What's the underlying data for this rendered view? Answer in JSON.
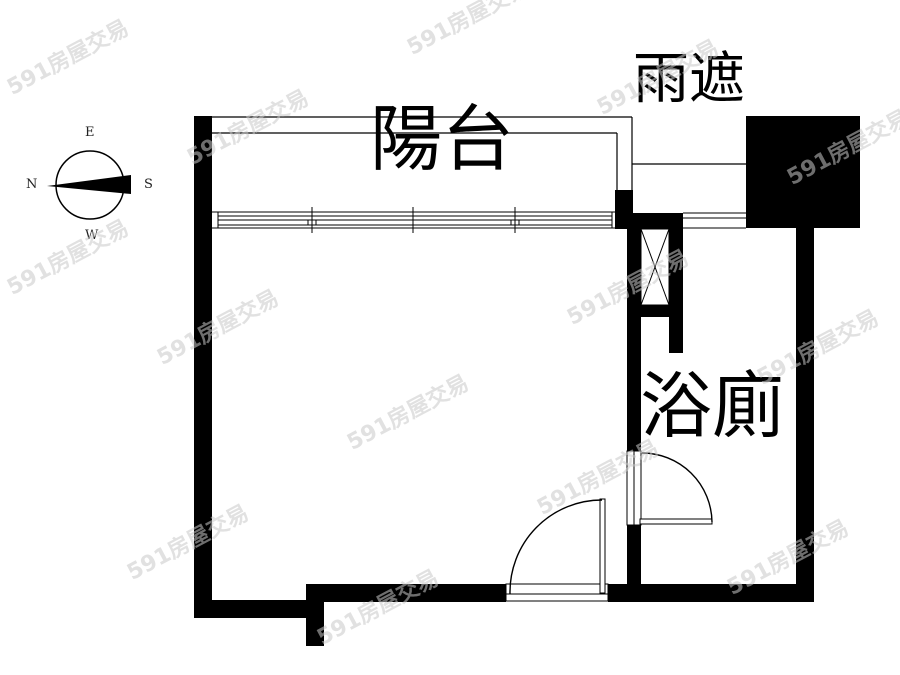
{
  "floorplan": {
    "rooms": {
      "balcony": {
        "label": "陽台"
      },
      "canopy": {
        "label": "雨遮"
      },
      "bathroom": {
        "label": "浴廁"
      }
    },
    "compass": {
      "top": "E",
      "left": "N",
      "right": "S",
      "bottom": "W"
    },
    "watermark": "591房屋交易",
    "colors": {
      "wall": "#000000",
      "background": "#ffffff",
      "watermark": "#c8c8c8"
    }
  }
}
